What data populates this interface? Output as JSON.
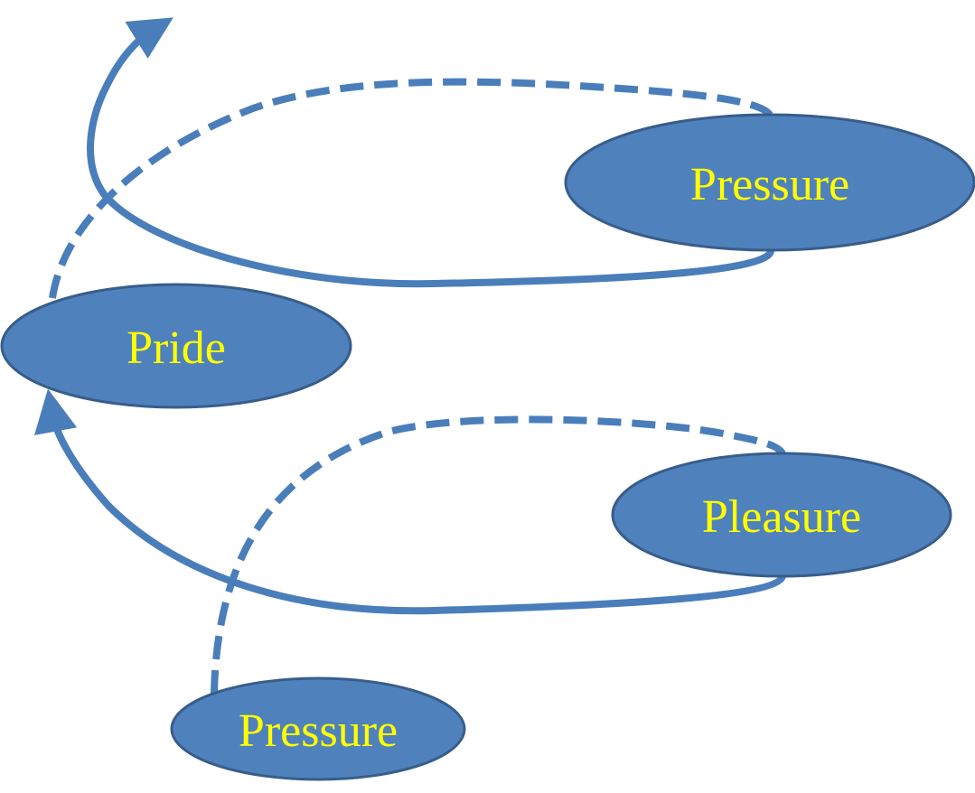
{
  "diagram": {
    "title": "",
    "colors": {
      "node_fill": "#4f81bd",
      "node_stroke": "#385d8a",
      "label_color": "#ffff00",
      "connector": "#4a7ebb",
      "background": "#ffffff"
    },
    "nodes": [
      {
        "id": "pressure-top",
        "label": "Pressure"
      },
      {
        "id": "pride",
        "label": "Pride"
      },
      {
        "id": "pleasure",
        "label": "Pleasure"
      },
      {
        "id": "pressure-bottom",
        "label": "Pressure"
      }
    ],
    "edges": [
      {
        "from": "pressure-bottom",
        "to": "pleasure",
        "style": "dashed",
        "arrow": false
      },
      {
        "from": "pleasure",
        "to": "pride",
        "style": "solid",
        "arrow": true
      },
      {
        "from": "pride",
        "to": "pressure-top",
        "style": "dashed",
        "arrow": false
      },
      {
        "from": "pressure-top",
        "to": "beyond",
        "style": "solid",
        "arrow": true
      }
    ]
  }
}
